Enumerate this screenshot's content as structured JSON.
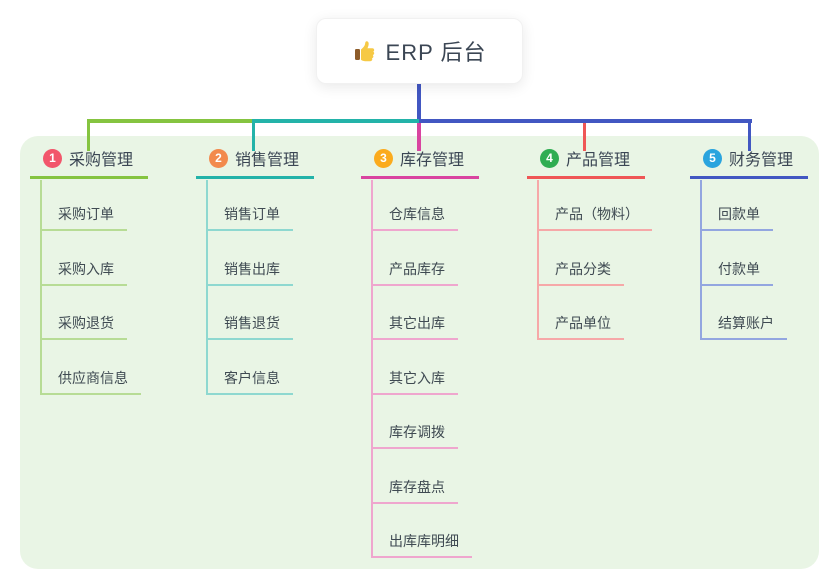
{
  "root": {
    "label": "ERP 后台",
    "icon": "thumbs-up",
    "line_color": "#4257c2"
  },
  "panel": {
    "bg": "#e9f5e5"
  },
  "bus": {
    "segment_colors": [
      "#85c440",
      "#23b3a9",
      "#4257c2"
    ]
  },
  "text_colors": {
    "title": "#3b4654",
    "node": "#3f4a52"
  },
  "branches": [
    {
      "index": "1",
      "label": "采购管理",
      "badge_color": "#f2566b",
      "line_color": "#85c440",
      "child_line_color": "#b7dc95",
      "children": [
        "采购订单",
        "采购入库",
        "采购退货",
        "供应商信息"
      ]
    },
    {
      "index": "2",
      "label": "销售管理",
      "badge_color": "#f28a4d",
      "line_color": "#23b3a9",
      "child_line_color": "#8ed8d0",
      "children": [
        "销售订单",
        "销售出库",
        "销售退货",
        "客户信息"
      ]
    },
    {
      "index": "3",
      "label": "库存管理",
      "badge_color": "#fbab1d",
      "line_color": "#d944a0",
      "child_line_color": "#efa6ce",
      "children": [
        "仓库信息",
        "产品库存",
        "其它出库",
        "其它入库",
        "库存调拨",
        "库存盘点",
        "出库库明细"
      ]
    },
    {
      "index": "4",
      "label": "产品管理",
      "badge_color": "#2fad52",
      "line_color": "#ef5656",
      "child_line_color": "#f6a8a8",
      "children": [
        "产品（物料）",
        "产品分类",
        "产品单位"
      ]
    },
    {
      "index": "5",
      "label": "财务管理",
      "badge_color": "#2aa4de",
      "line_color": "#4257c2",
      "child_line_color": "#93a6e0",
      "children": [
        "回款单",
        "付款单",
        "结算账户"
      ]
    }
  ]
}
